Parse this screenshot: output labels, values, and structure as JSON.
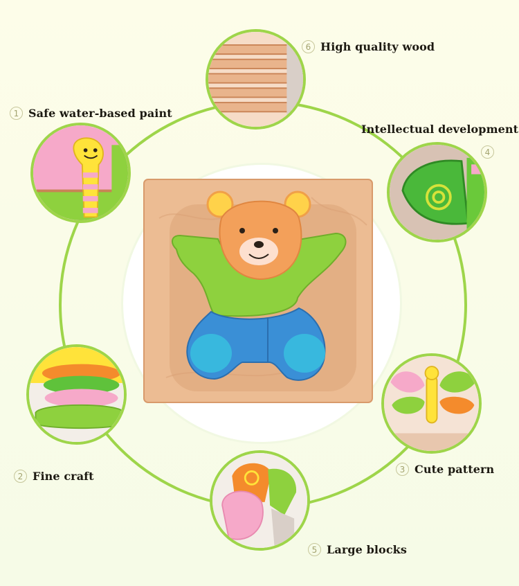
{
  "features": [
    {
      "number": "1",
      "label": "Safe water-based paint"
    },
    {
      "number": "2",
      "label": "Fine craft"
    },
    {
      "number": "3",
      "label": "Cute pattern"
    },
    {
      "number": "4",
      "label": "Intellectual development"
    },
    {
      "number": "5",
      "label": "Large blocks"
    },
    {
      "number": "6",
      "label": "High quality wood"
    }
  ],
  "colors": {
    "ring": "#9ed54a",
    "board_wood": "#e8ad7e",
    "bear_head": "#f3a05a",
    "shirt_green": "#8ed13e",
    "pants_blue": "#3a8fd6",
    "paws_cyan": "#38b8de",
    "pink": "#f6a9c9",
    "yellow": "#ffe33a",
    "orange": "#f48b2c"
  }
}
